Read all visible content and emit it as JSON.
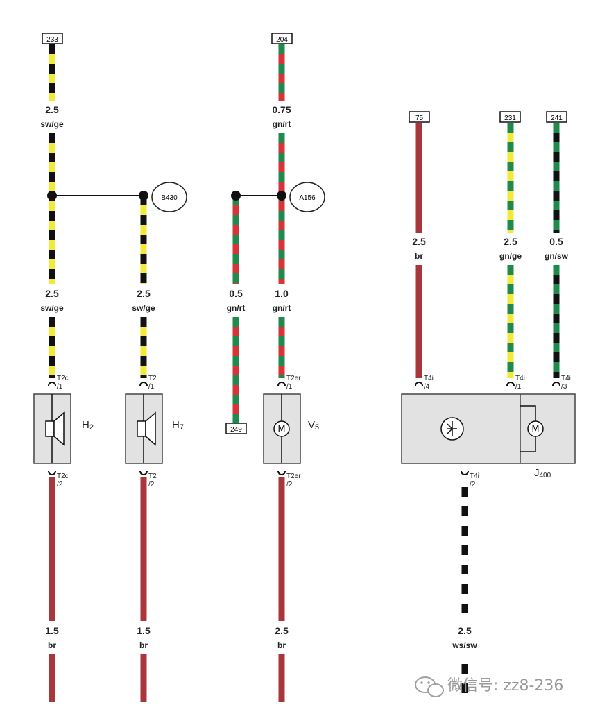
{
  "colors": {
    "sw": "#111111",
    "ge": "#f2e93a",
    "gn": "#1f8a4c",
    "rt": "#d7343a",
    "br": "#a8363a",
    "ws": "#ffffff",
    "component_fill": "#e2e2e2"
  },
  "terminals": {
    "t233": "233",
    "t204": "204",
    "t75": "75",
    "t231": "231",
    "t241": "241",
    "t249": "249"
  },
  "splices": {
    "b430": "B430",
    "a156": "A156"
  },
  "wires": {
    "w1_top": {
      "size": "2.5",
      "color": "sw/ge"
    },
    "w1_bot": {
      "size": "2.5",
      "color": "sw/ge"
    },
    "w1_lower": {
      "size": "1.5",
      "color": "br"
    },
    "w2_top": {
      "size": "2.5",
      "color": "sw/ge"
    },
    "w2_lower": {
      "size": "1.5",
      "color": "br"
    },
    "w3_top": {
      "size": "0.5",
      "color": "gn/rt"
    },
    "w4_top": {
      "size": "0.75",
      "color": "gn/rt"
    },
    "w4_bot": {
      "size": "1.0",
      "color": "gn/rt"
    },
    "w4_lower": {
      "size": "2.5",
      "color": "br"
    },
    "w5": {
      "size": "2.5",
      "color": "br"
    },
    "w6": {
      "size": "2.5",
      "color": "gn/ge"
    },
    "w7": {
      "size": "0.5",
      "color": "gn/sw"
    },
    "w8": {
      "size": "2.5",
      "color": "ws/sw"
    }
  },
  "pins": {
    "h2_in": {
      "a": "T2c",
      "b": "/1"
    },
    "h2_out": {
      "a": "T2c",
      "b": "/2"
    },
    "h7_in": {
      "a": "T2",
      "b": "/1"
    },
    "h7_out": {
      "a": "T2",
      "b": "/2"
    },
    "v5_in": {
      "a": "T2er",
      "b": "/1"
    },
    "v5_out": {
      "a": "T2er",
      "b": "/2"
    },
    "j400_p4": {
      "a": "T4i",
      "b": "/4"
    },
    "j400_p1": {
      "a": "T4i",
      "b": "/1"
    },
    "j400_p3": {
      "a": "T4i",
      "b": "/3"
    },
    "j400_p2": {
      "a": "T4i",
      "b": "/2"
    }
  },
  "components": {
    "h2": {
      "letter": "H",
      "sub": "2"
    },
    "h7": {
      "letter": "H",
      "sub": "7"
    },
    "v5": {
      "letter": "V",
      "sub": "5"
    },
    "j400": {
      "letter": "J",
      "sub": "400"
    }
  },
  "icons": {
    "speaker": "speaker-icon",
    "motor": "motor-icon",
    "star": "crash-sensor-icon",
    "wechat": "wechat-icon"
  },
  "watermark": "微信号: zz8-236"
}
